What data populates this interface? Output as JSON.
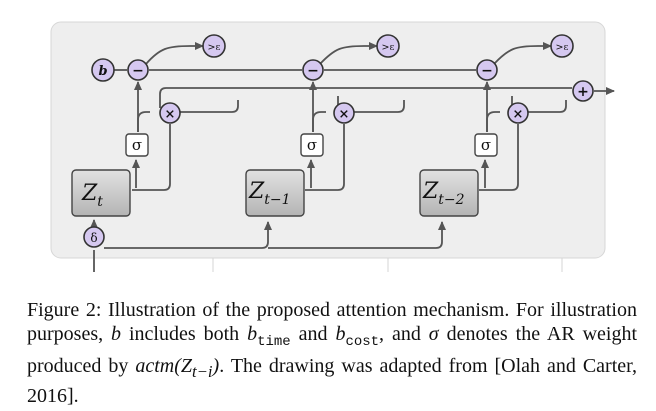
{
  "diagram": {
    "bias_label": "b",
    "delta_label": "δ",
    "output_label": ">ε",
    "subtract_symbol": "−",
    "multiply_symbol": "×",
    "add_symbol": "+",
    "sigma_symbol": "σ",
    "cells": [
      {
        "z": "Z",
        "sub": "t"
      },
      {
        "z": "Z",
        "sub": "t−1"
      },
      {
        "z": "Z",
        "sub": "t−2"
      }
    ]
  },
  "caption": {
    "part1": "Figure 2: Illustration of the proposed attention mechanism. For illustration purposes,",
    "b_var": "b",
    "part2": "includes both",
    "b_time_base": "b",
    "b_time_sub": "time",
    "and_word": "and",
    "b_cost_base": "b",
    "b_cost_sub": "cost",
    "part3": ", and",
    "sigma_var": "σ",
    "part4": "denotes the AR weight produced by",
    "actm": "actm",
    "actm_open": "(",
    "actm_z": "Z",
    "actm_sub": "t−i",
    "actm_close": ")",
    "part5": ". The drawing was adapted from [Olah and Carter, 2016]."
  }
}
